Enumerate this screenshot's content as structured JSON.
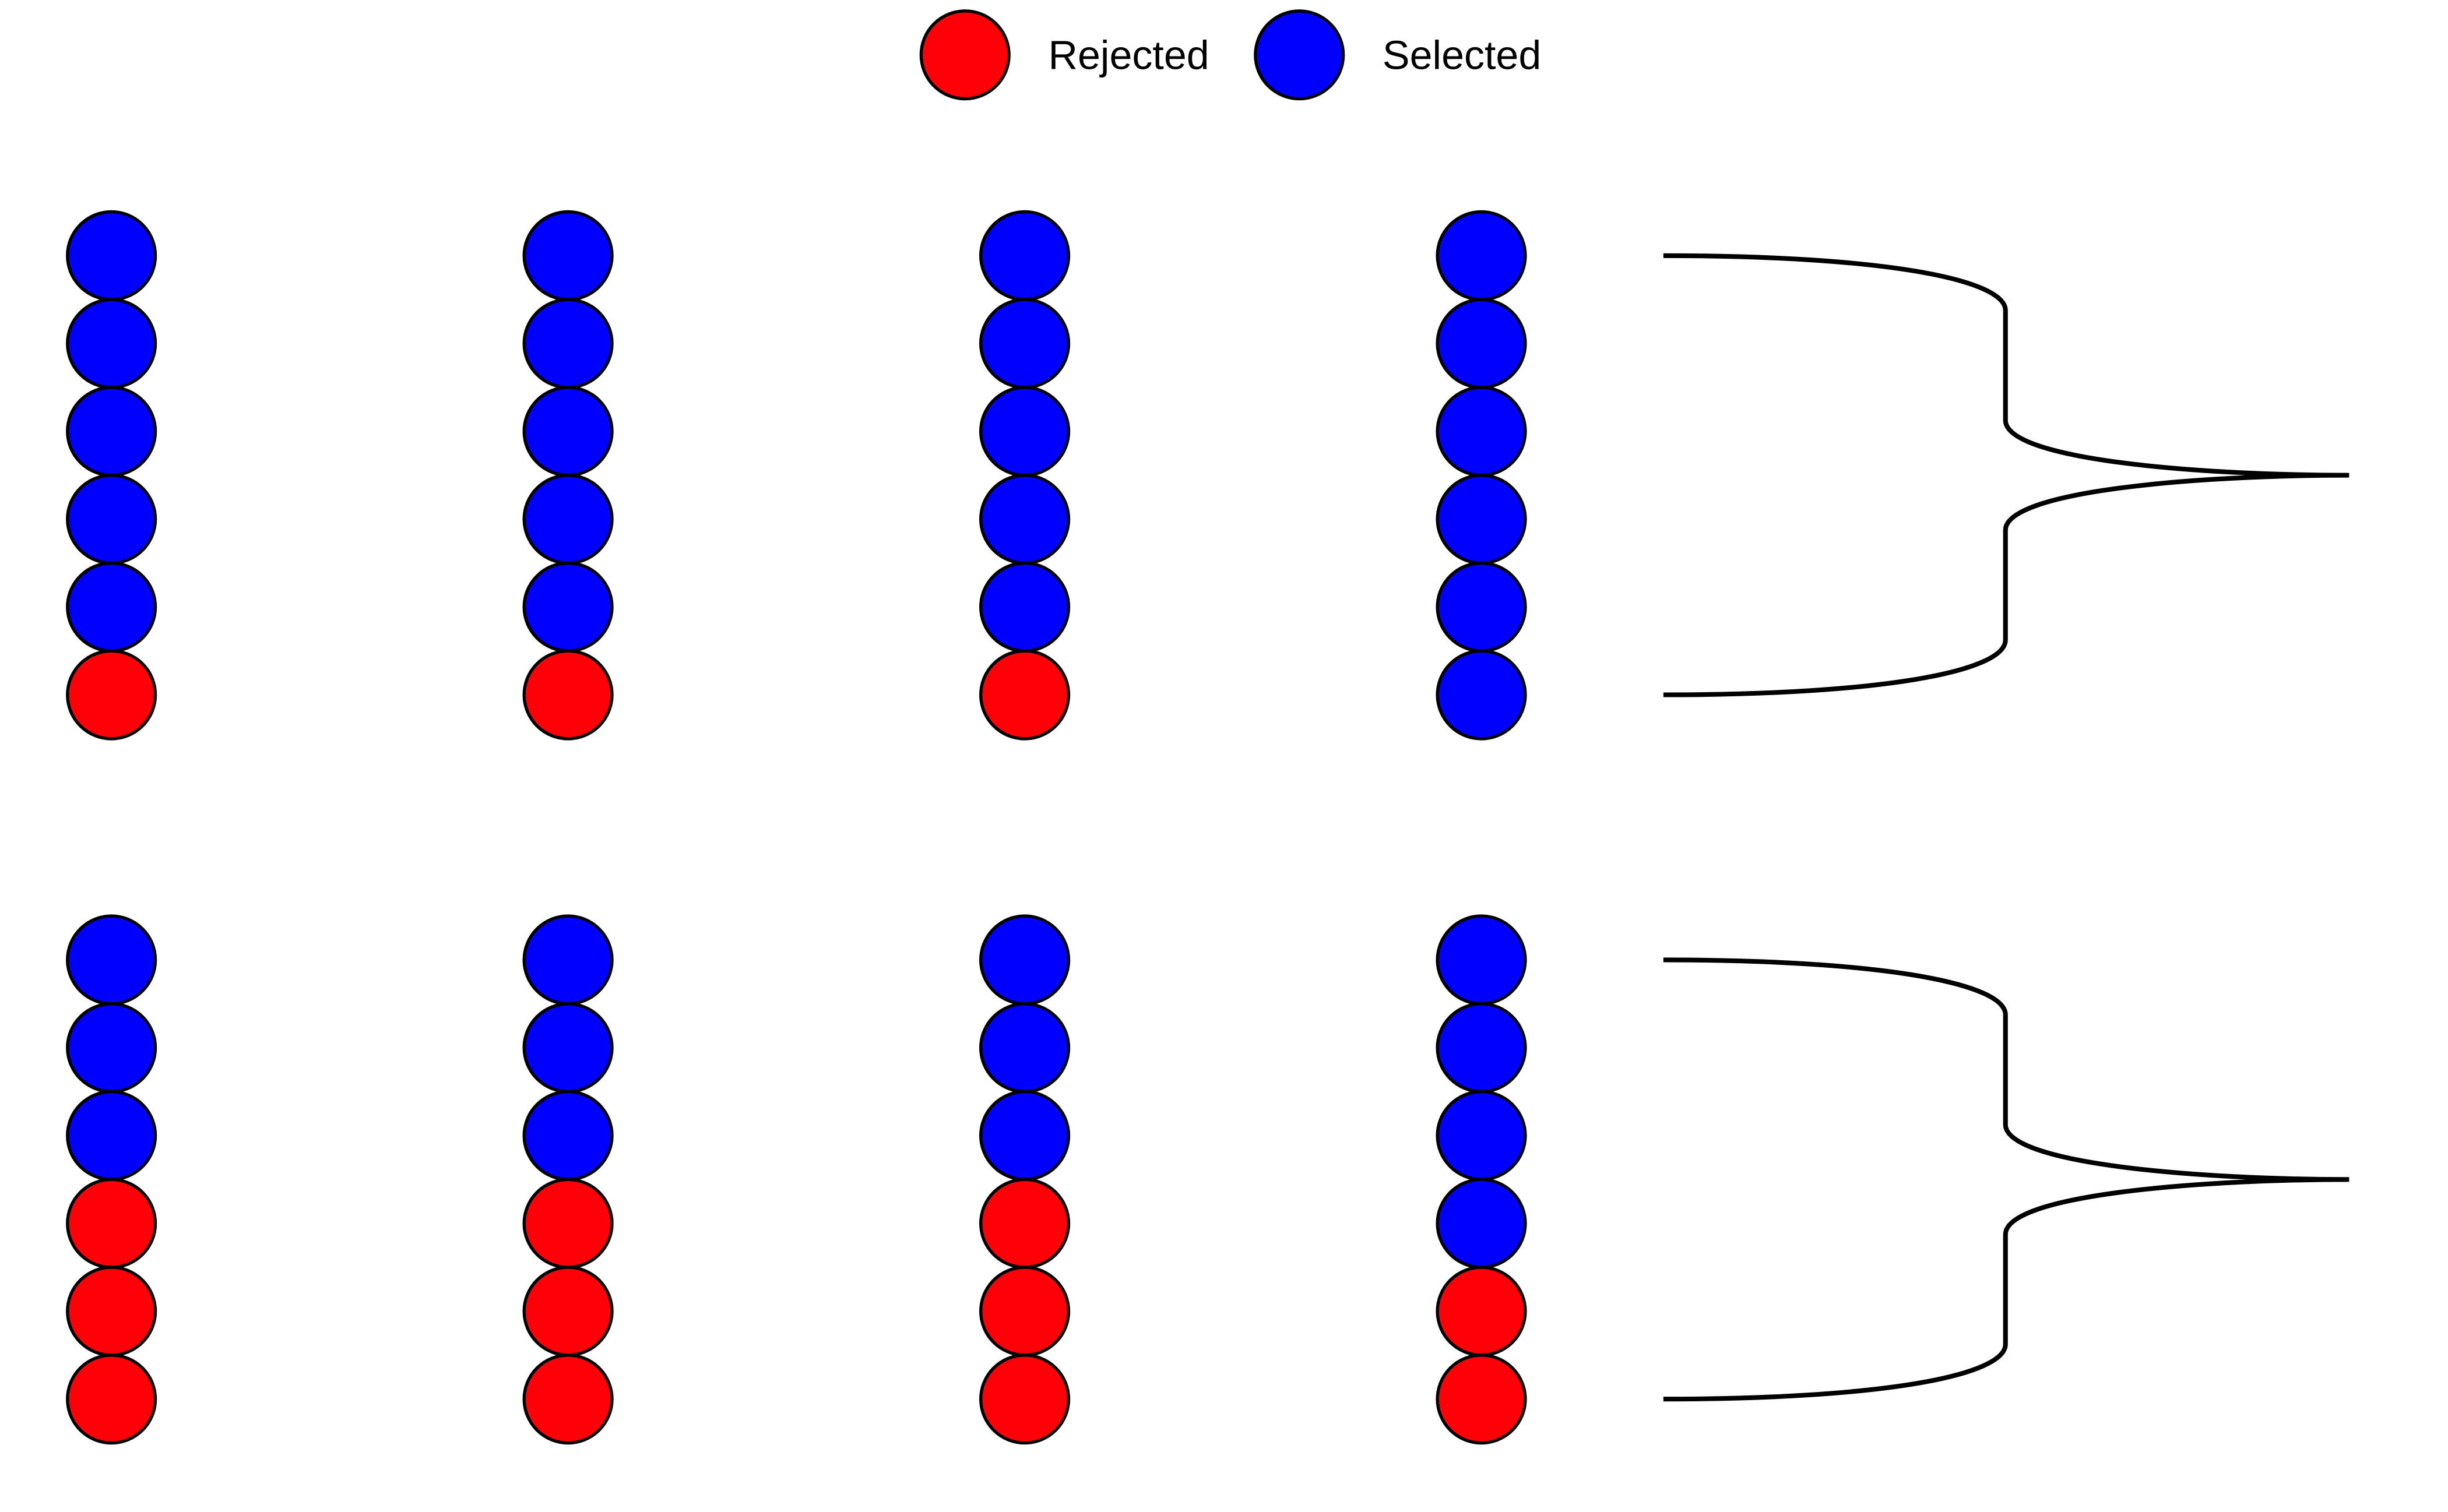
{
  "colors": {
    "rejected": "#ff0008",
    "selected": "#0000ff"
  },
  "legend": [
    {
      "key": "rejected",
      "label": "Rejected"
    },
    {
      "key": "selected",
      "label": "Selected"
    }
  ],
  "groups": [
    {
      "columns": [
        [
          "selected",
          "selected",
          "selected",
          "selected",
          "selected",
          "rejected"
        ],
        [
          "selected",
          "selected",
          "selected",
          "selected",
          "selected",
          "rejected"
        ],
        [
          "selected",
          "selected",
          "selected",
          "selected",
          "selected",
          "rejected"
        ],
        [
          "selected",
          "selected",
          "selected",
          "selected",
          "selected",
          "selected"
        ]
      ]
    },
    {
      "columns": [
        [
          "selected",
          "selected",
          "selected",
          "rejected",
          "rejected",
          "rejected"
        ],
        [
          "selected",
          "selected",
          "selected",
          "rejected",
          "rejected",
          "rejected"
        ],
        [
          "selected",
          "selected",
          "selected",
          "rejected",
          "rejected",
          "rejected"
        ],
        [
          "selected",
          "selected",
          "selected",
          "selected",
          "rejected",
          "rejected"
        ]
      ]
    }
  ]
}
